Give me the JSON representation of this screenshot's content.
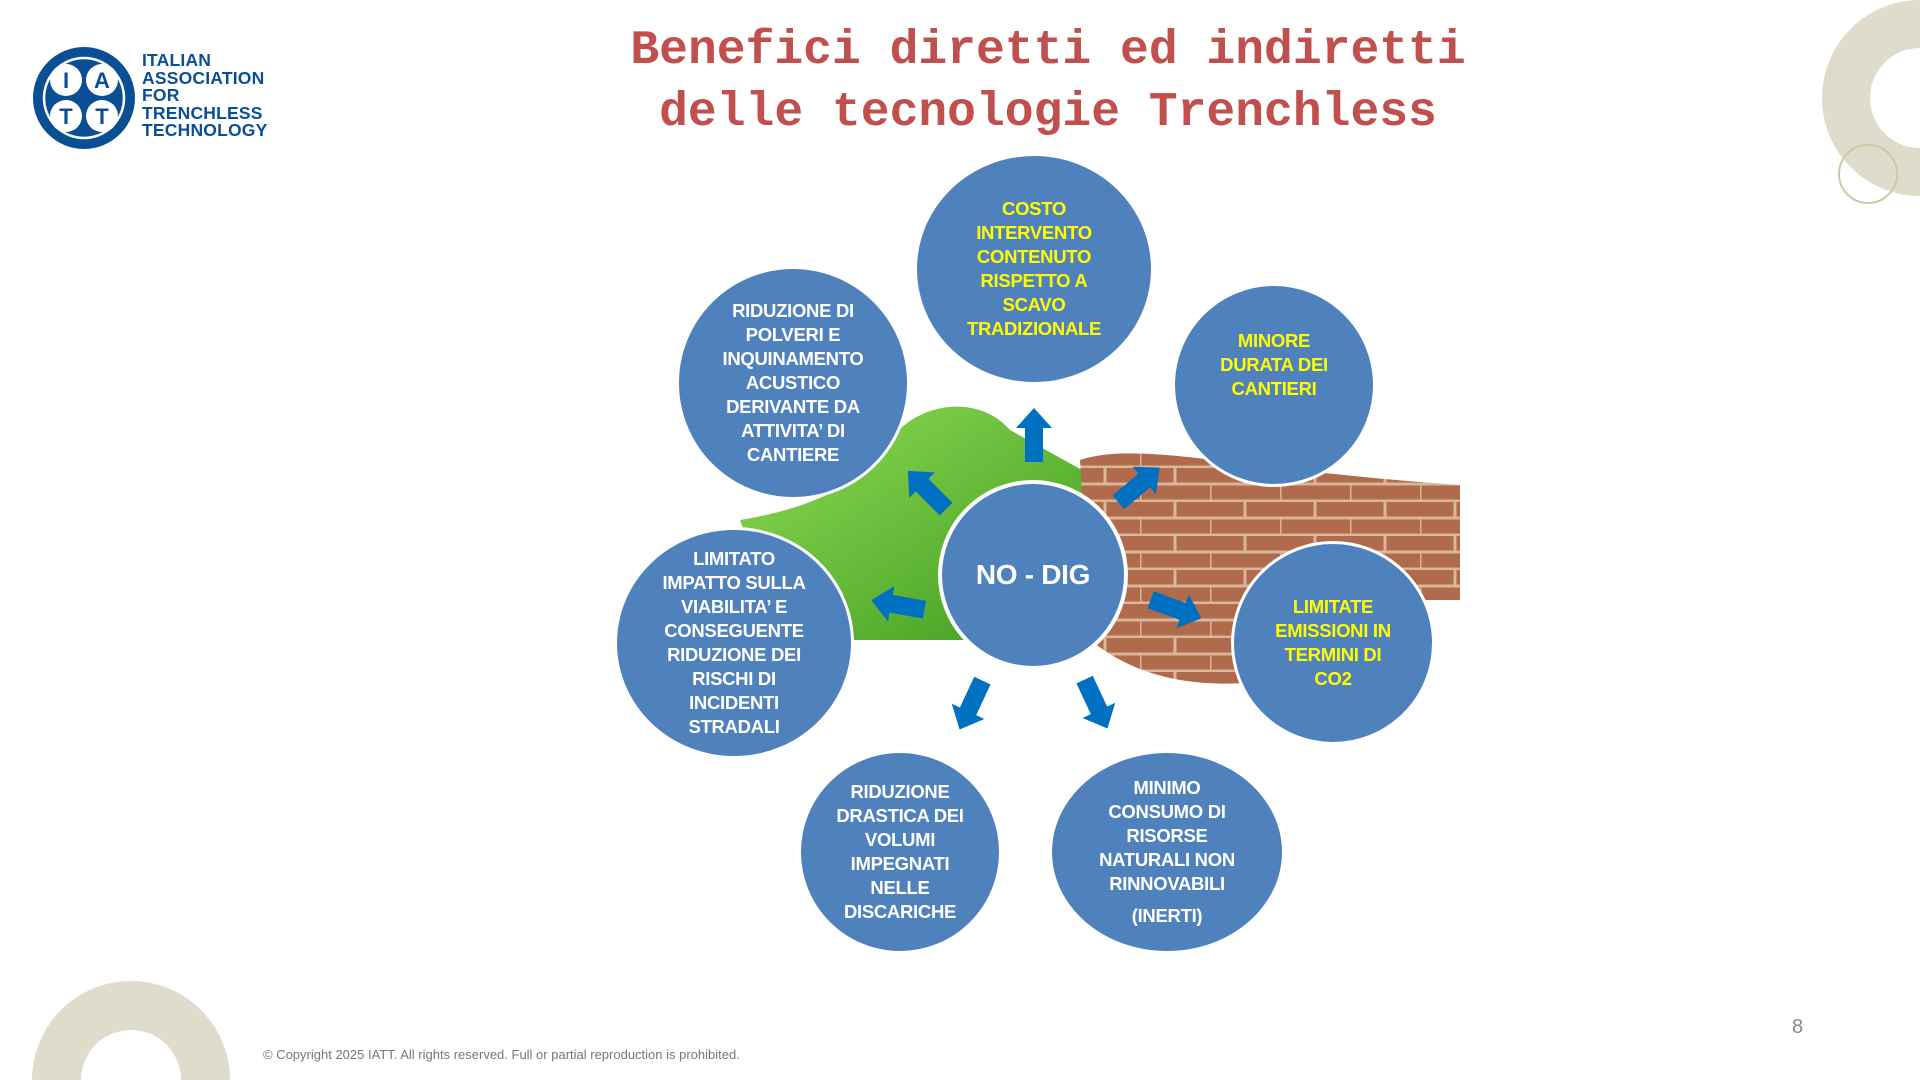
{
  "title": {
    "line1": "Benefici diretti ed indiretti",
    "line2": "delle tecnologie Trenchless"
  },
  "logo": {
    "letters": [
      "I",
      "A",
      "T",
      "T"
    ],
    "text": [
      "ITALIAN",
      "ASSOCIATION",
      "FOR",
      "TRENCHLESS",
      "TECHNOLOGY"
    ]
  },
  "center": "NO - DIG",
  "benefits": [
    {
      "text": "COSTO\nINTERVENTO\nCONTENUTO\nRISPETTO A\nSCAVO\nTRADIZIONALE",
      "highlight": true
    },
    {
      "text": "MINORE\nDURATA DEI\nCANTIERI",
      "highlight": true
    },
    {
      "text": "LIMITATE\nEMISSIONI IN\nTERMINI DI\nCO2",
      "highlight": true
    },
    {
      "text": "MINIMO\nCONSUMO DI\nRISORSE\nNATURALI NON\nRINNOVABILI",
      "extra": "(INERTI)",
      "highlight": false
    },
    {
      "text": "RIDUZIONE\nDRASTICA DEI\nVOLUMI\nIMPEGNATI\nNELLE\nDISCARICHE",
      "highlight": false
    },
    {
      "text": "LIMITATO\nIMPATTO SULLA\nVIABILITA’ E\nCONSEGUENTE\nRIDUZIONE DEI\nRISCHI DI\nINCIDENTI\nSTRADALI",
      "highlight": false
    },
    {
      "text": "RIDUZIONE DI\nPOLVERI E\nINQUINAMENTO\nACUSTICO\nDERIVANTE DA\nATTIVITA’ DI\nCANTIERE",
      "highlight": false
    }
  ],
  "colors": {
    "circle": "#4f81bd",
    "arrow": "#0070c0",
    "title": "#c0504d",
    "highlight_text": "#ffff00"
  },
  "footer": "© Copyright 2025 IATT. All rights reserved. Full or partial reproduction is prohibited.",
  "page_number": "8"
}
